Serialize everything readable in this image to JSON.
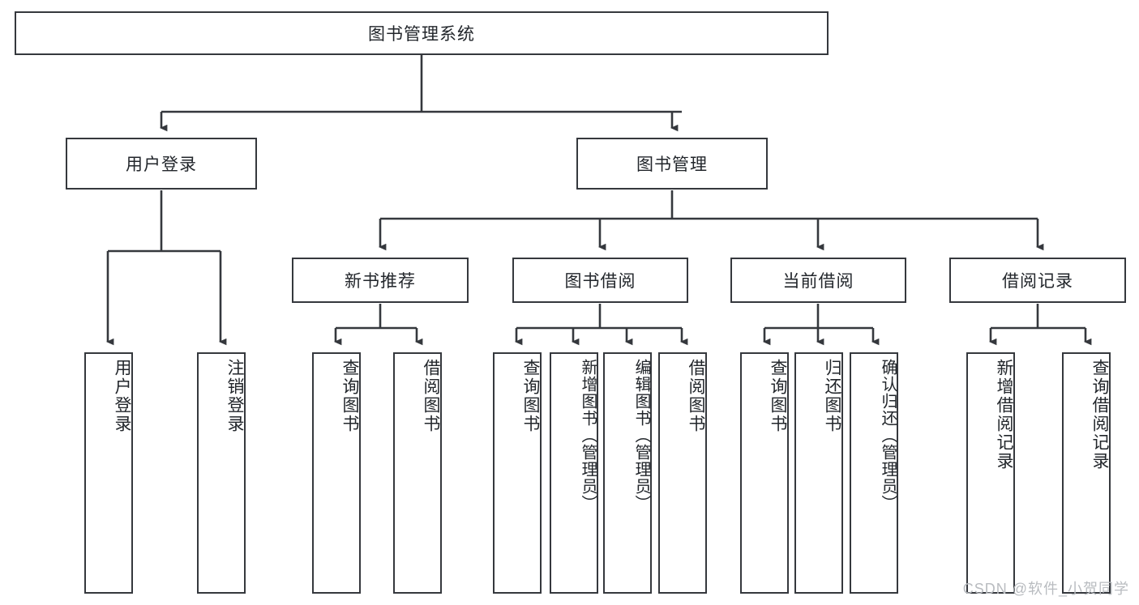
{
  "diagram": {
    "title": "图书管理系统",
    "watermark": "CSDN @软件_小贺同学",
    "line_color": "#35383d",
    "text_color": "#22262b",
    "background": "#ffffff",
    "root": {
      "label": "图书管理系统"
    },
    "level2": [
      {
        "label": "用户登录"
      },
      {
        "label": "图书管理"
      }
    ],
    "level3": [
      {
        "label": "新书推荐"
      },
      {
        "label": "图书借阅"
      },
      {
        "label": "当前借阅"
      },
      {
        "label": "借阅记录"
      }
    ],
    "leaves": {
      "user_login": [
        {
          "label": "用户登录"
        },
        {
          "label": "注销登录"
        }
      ],
      "new_book_recommend": [
        {
          "label": "查询图书"
        },
        {
          "label": "借阅图书"
        }
      ],
      "book_borrow": [
        {
          "label": "查询图书"
        },
        {
          "label": "新增图书（管理员）"
        },
        {
          "label": "编辑图书（管理员）"
        },
        {
          "label": "借阅图书"
        }
      ],
      "current_borrow": [
        {
          "label": "查询图书"
        },
        {
          "label": "归还图书"
        },
        {
          "label": "确认归还（管理员）"
        }
      ],
      "borrow_record": [
        {
          "label": "新增借阅记录"
        },
        {
          "label": "查询借阅记录"
        }
      ]
    }
  }
}
